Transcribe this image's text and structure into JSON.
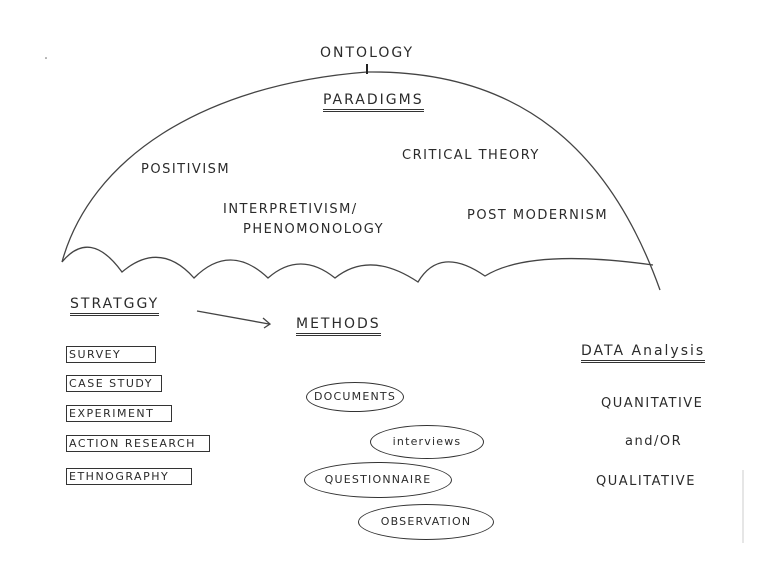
{
  "dome": {
    "top_label": "ONTOLOGY",
    "title": "PARADIGMS",
    "paradigms": [
      "POSITIVISM",
      "CRITICAL THEORY",
      "INTERPRETIVISM/",
      "PHENOMONOLOGY",
      "POST MODERNISM"
    ]
  },
  "strategy": {
    "title": "STRATGGY",
    "items": [
      "SURVEY",
      "CASE STUDY",
      "EXPERIMENT",
      "ACTION RESEARCH",
      "ETHNOGRAPHY"
    ]
  },
  "methods": {
    "title": "METHODS",
    "items": [
      "DOCUMENTS",
      "interviews",
      "QUESTIONNAIRE",
      "OBSERVATION"
    ]
  },
  "data_analysis": {
    "title": "DATA Analysis",
    "lines": [
      "QUANITATIVE",
      "and/OR",
      "QUALITATIVE"
    ]
  },
  "colors": {
    "ink": "#2b2b2b",
    "paper": "#ffffff"
  }
}
